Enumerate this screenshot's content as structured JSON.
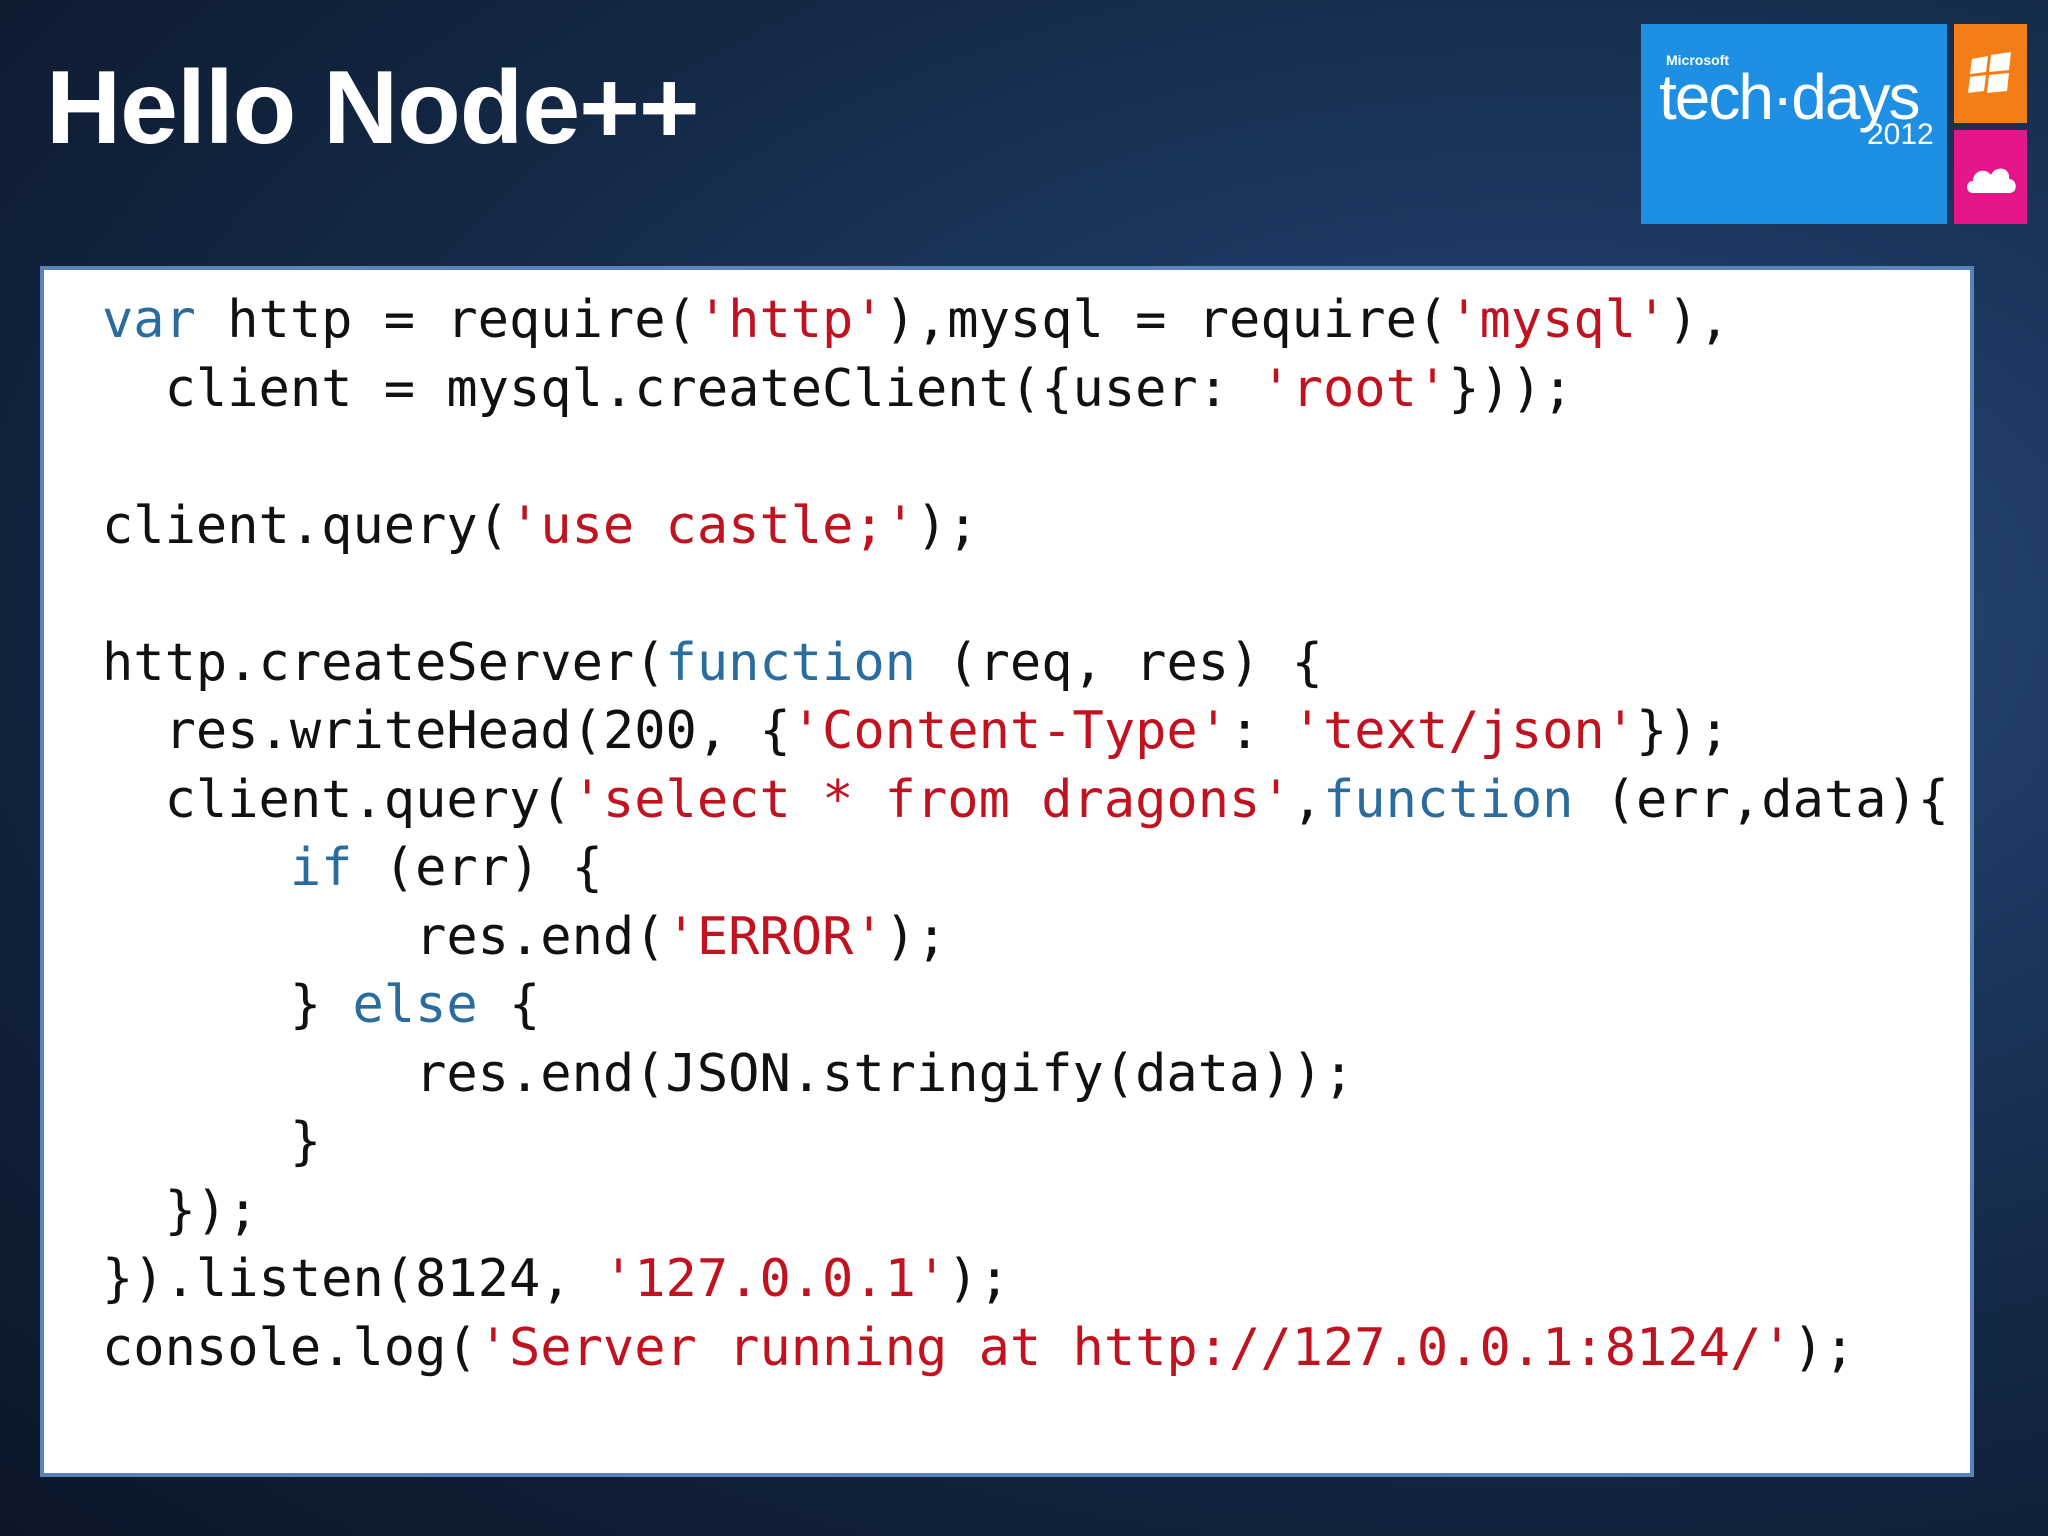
{
  "slide": {
    "title": "Hello Node++"
  },
  "logo": {
    "brand": "Microsoft",
    "name": "tech·days",
    "year": "2012",
    "icons": [
      "windows-flag-icon",
      "cloud-icon"
    ],
    "colors": {
      "main": "#1f8fe3",
      "orange": "#f57d15",
      "pink": "#e5158c"
    }
  },
  "code": {
    "colors": {
      "keyword": "#2b6c9e",
      "string": "#c0121f",
      "text": "#111111"
    },
    "lines": [
      [
        [
          "kw",
          "var"
        ],
        [
          "t",
          " http = require("
        ],
        [
          "str",
          "'http'"
        ],
        [
          "t",
          "),mysql = require("
        ],
        [
          "str",
          "'mysql'"
        ],
        [
          "t",
          "),"
        ]
      ],
      [
        [
          "t",
          "  client = mysql.createClient({user: "
        ],
        [
          "str",
          "'root'"
        ],
        [
          "t",
          "}));"
        ]
      ],
      [
        [
          "t",
          ""
        ]
      ],
      [
        [
          "t",
          "client.query("
        ],
        [
          "str",
          "'use castle;'"
        ],
        [
          "t",
          ");"
        ]
      ],
      [
        [
          "t",
          ""
        ]
      ],
      [
        [
          "t",
          "http.createServer("
        ],
        [
          "kw",
          "function"
        ],
        [
          "t",
          " (req, res) {"
        ]
      ],
      [
        [
          "t",
          "  res.writeHead(200, {"
        ],
        [
          "str",
          "'Content-Type'"
        ],
        [
          "t",
          ": "
        ],
        [
          "str",
          "'text/json'"
        ],
        [
          "t",
          "});"
        ]
      ],
      [
        [
          "t",
          "  client.query("
        ],
        [
          "str",
          "'select * from dragons'"
        ],
        [
          "t",
          ","
        ],
        [
          "kw",
          "function"
        ],
        [
          "t",
          " (err,data){"
        ]
      ],
      [
        [
          "t",
          "      "
        ],
        [
          "kw",
          "if"
        ],
        [
          "t",
          " (err) {"
        ]
      ],
      [
        [
          "t",
          "          res.end("
        ],
        [
          "str",
          "'ERROR'"
        ],
        [
          "t",
          ");"
        ]
      ],
      [
        [
          "t",
          "      } "
        ],
        [
          "kw",
          "else"
        ],
        [
          "t",
          " {"
        ]
      ],
      [
        [
          "t",
          "          res.end(JSON.stringify(data));"
        ]
      ],
      [
        [
          "t",
          "      }"
        ]
      ],
      [
        [
          "t",
          "  });"
        ]
      ],
      [
        [
          "t",
          "}).listen(8124, "
        ],
        [
          "str",
          "'127.0.0.1'"
        ],
        [
          "t",
          ");"
        ]
      ],
      [
        [
          "t",
          "console.log("
        ],
        [
          "str",
          "'Server running at http://127.0.0.1:8124/'"
        ],
        [
          "t",
          ");"
        ]
      ]
    ]
  }
}
